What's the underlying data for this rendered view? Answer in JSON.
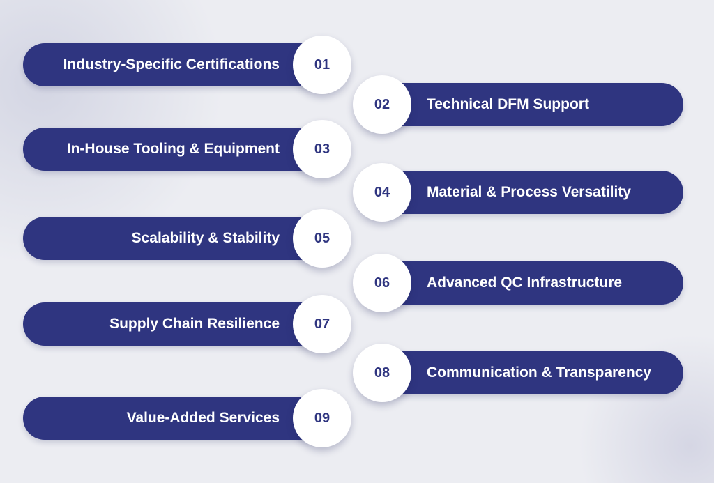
{
  "items": [
    {
      "number": "01",
      "label": "Industry-Specific Certifications"
    },
    {
      "number": "02",
      "label": "Technical DFM Support"
    },
    {
      "number": "03",
      "label": "In-House Tooling & Equipment"
    },
    {
      "number": "04",
      "label": "Material & Process Versatility"
    },
    {
      "number": "05",
      "label": "Scalability & Stability"
    },
    {
      "number": "06",
      "label": "Advanced QC Infrastructure"
    },
    {
      "number": "07",
      "label": "Supply Chain Resilience"
    },
    {
      "number": "08",
      "label": "Communication & Transparency"
    },
    {
      "number": "09",
      "label": "Value-Added Services"
    }
  ],
  "colors": {
    "pill": "#2f3580",
    "circle": "#ffffff",
    "background": "#ecedf2"
  }
}
